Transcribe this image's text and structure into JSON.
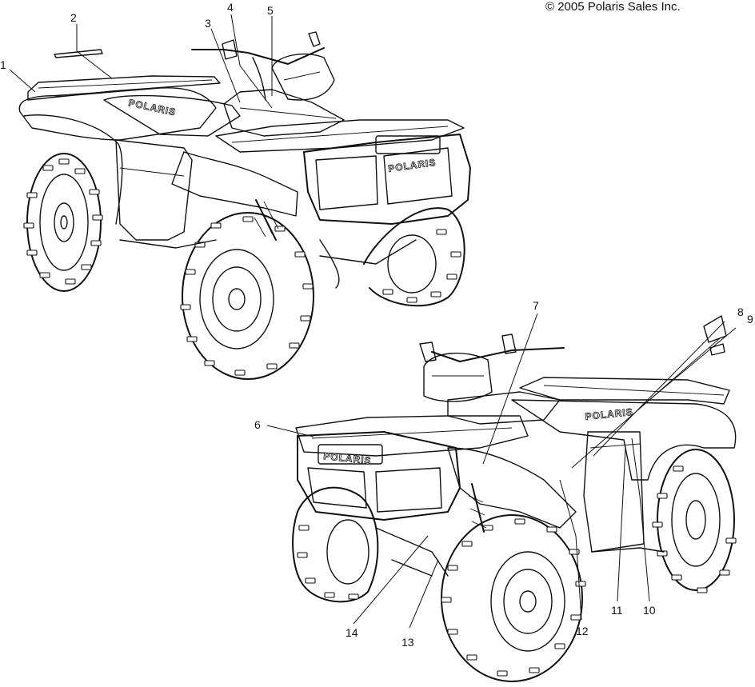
{
  "copyright": "© 2005 Polaris Sales Inc.",
  "brand_text": "POLARIS",
  "callouts": [
    "1",
    "2",
    "3",
    "4",
    "5",
    "6",
    "7",
    "8",
    "9",
    "10",
    "11",
    "12",
    "13",
    "14"
  ]
}
